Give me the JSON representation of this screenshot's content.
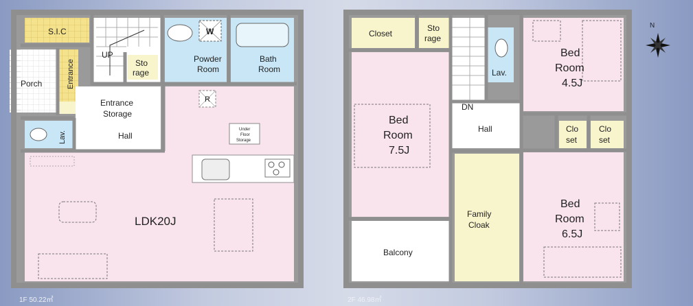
{
  "floor1": {
    "area_label": "1F 50.22㎡",
    "rooms": {
      "sic": "S.I.C",
      "porch": "Porch",
      "entrance": "Entrance",
      "up": "UP",
      "storage_small": [
        "Sto",
        "rage"
      ],
      "w": "W",
      "powder_room": [
        "Powder",
        "Room"
      ],
      "bath_room": [
        "Bath",
        "Room"
      ],
      "entrance_storage": [
        "Entrance",
        "Storage"
      ],
      "r": "R",
      "lav": "Lav.",
      "hall": "Hall",
      "under_floor_storage": [
        "Under",
        "Floor",
        "Storage"
      ],
      "ldk": "LDK20J"
    }
  },
  "floor2": {
    "area_label": "2F 46.98㎡",
    "rooms": {
      "closet": "Closet",
      "storage_small": [
        "Sto",
        "rage"
      ],
      "bed_45": [
        "Bed",
        "Room",
        "4.5J"
      ],
      "lav": "Lav.",
      "dn": "DN",
      "hall": "Hall",
      "bed_75": [
        "Bed",
        "Room",
        "7.5J"
      ],
      "closet_a": [
        "Clo",
        "set"
      ],
      "closet_b": [
        "Clo",
        "set"
      ],
      "family_cloak": [
        "Family",
        "Cloak"
      ],
      "bed_65": [
        "Bed",
        "Room",
        "6.5J"
      ],
      "balcony": "Balcony"
    }
  },
  "compass": {
    "north_label": "N"
  },
  "colors": {
    "wall": "#8f8f8f",
    "pink": "#f9e3ec",
    "yellow": "#f8f4cc",
    "blue": "#c8e6f5",
    "white": "#ffffff",
    "tile": "#f3dc82"
  }
}
